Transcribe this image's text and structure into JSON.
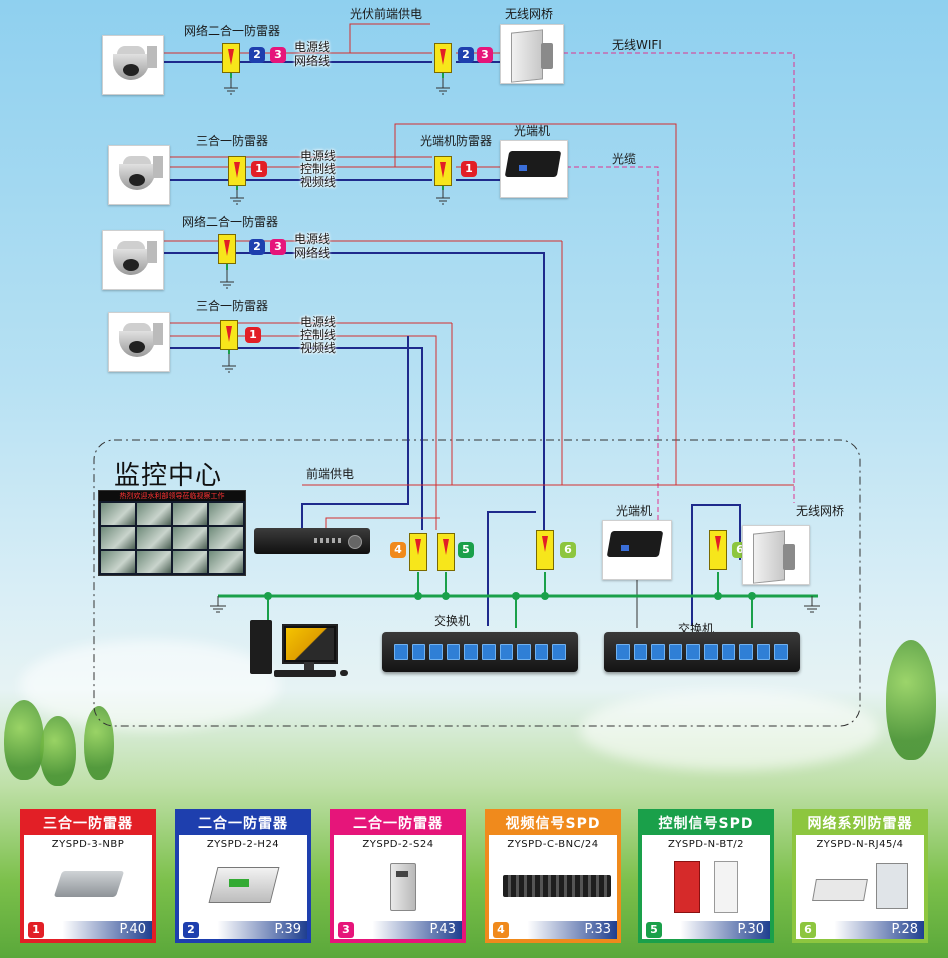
{
  "top_labels": {
    "pv_power": "光伏前端供电",
    "wireless_bridge_top": "无线网桥",
    "wireless_wifi": "无线WIFI",
    "fiber_cable": "光缆"
  },
  "rows": [
    {
      "spd_title": "网络二合一防雷器",
      "badges": [
        "2",
        "3"
      ],
      "lines": [
        "电源线",
        "网络线"
      ],
      "far_spd_badges": [
        "2",
        "3"
      ]
    },
    {
      "spd_title": "三合一防雷器",
      "badges": [
        "1"
      ],
      "lines": [
        "电源线",
        "控制线",
        "视频线"
      ],
      "far_title": "光端机防雷器",
      "far_spd_badges": [
        "1"
      ],
      "far_device": "光端机"
    },
    {
      "spd_title": "网络二合一防雷器",
      "badges": [
        "2",
        "3"
      ],
      "lines": [
        "电源线",
        "网络线"
      ]
    },
    {
      "spd_title": "三合一防雷器",
      "badges": [
        "1"
      ],
      "lines": [
        "电源线",
        "控制线",
        "视频线"
      ]
    }
  ],
  "center": {
    "title": "监控中心",
    "front_power": "前端供电",
    "fiber_device": "光端机",
    "bridge": "无线网桥",
    "switch1": "交换机",
    "switch2": "交换机",
    "spd_badges": [
      "4",
      "5",
      "6",
      "6"
    ],
    "wall_banner": "热烈欢迎水利部领导莅临视察工作"
  },
  "products": [
    {
      "title": "三合一防雷器",
      "model": "ZYSPD-3-NBP",
      "num": "1",
      "page": "P.40",
      "color": "#e21f26"
    },
    {
      "title": "二合一防雷器",
      "model": "ZYSPD-2-H24",
      "num": "2",
      "page": "P.39",
      "color": "#1e3fae"
    },
    {
      "title": "二合一防雷器",
      "model": "ZYSPD-2-S24",
      "num": "3",
      "page": "P.43",
      "color": "#e6157a"
    },
    {
      "title": "视频信号SPD",
      "model": "ZYSPD-C-BNC/24",
      "num": "4",
      "page": "P.33",
      "color": "#f08a1c"
    },
    {
      "title": "控制信号SPD",
      "model": "ZYSPD-N-BT/2",
      "num": "5",
      "page": "P.30",
      "color": "#1aa04a"
    },
    {
      "title": "网络系列防雷器",
      "model": "ZYSPD-N-RJ45/4",
      "num": "6",
      "page": "P.28",
      "color": "#8dc63f"
    }
  ]
}
